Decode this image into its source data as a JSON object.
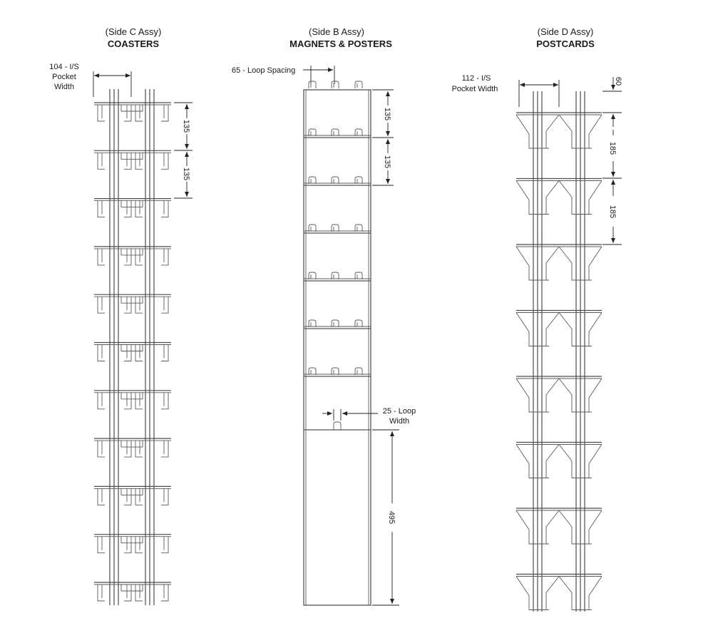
{
  "colors": {
    "wire": "#4d4d4d",
    "text": "#1a1a1a",
    "background": "#ffffff"
  },
  "side_c": {
    "subtitle": "(Side C Assy)",
    "title": "COASTERS",
    "pocket_width_label_l1": "104 - I/S",
    "pocket_width_label_l2": "Pocket",
    "pocket_width_label_l3": "Width",
    "pitch_1": "135",
    "pitch_2": "135",
    "tier_count": 11
  },
  "side_b": {
    "subtitle": "(Side B Assy)",
    "title": "MAGNETS & POSTERS",
    "loop_spacing_label": "65 - Loop Spacing",
    "pitch_1": "135",
    "pitch_2": "135",
    "loop_width_label_l1": "25 - Loop",
    "loop_width_label_l2": "Width",
    "bottom_height": "495",
    "row_count": 7
  },
  "side_d": {
    "subtitle": "(Side D Assy)",
    "title": "POSTCARDS",
    "pocket_width_label_l1": "112 - I/S",
    "pocket_width_label_l2": "Pocket Width",
    "top_offset": "60",
    "pitch_1": "185",
    "pitch_2": "185",
    "tier_count": 8
  }
}
